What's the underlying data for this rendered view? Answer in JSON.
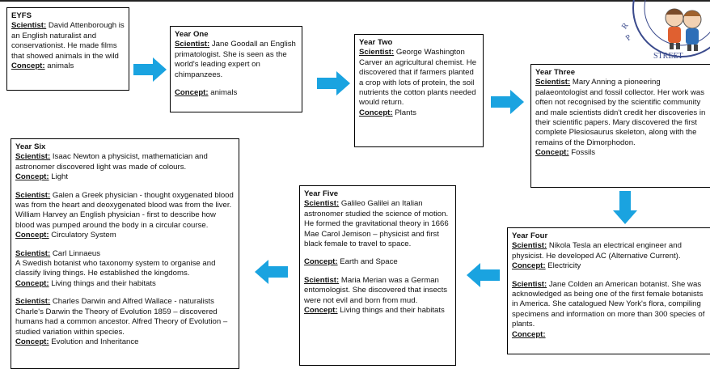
{
  "colors": {
    "arrow": "#1aa3e0",
    "logo_text": "#3a4a8c"
  },
  "logo": {
    "text": "PRIMARY · STREET"
  },
  "cards": {
    "eyfs": {
      "title": "EYFS",
      "blocks": [
        {
          "label": "Scientist:",
          "text": " David Attenborough is an English naturalist and conservationist. He made films that showed animals in the wild"
        },
        {
          "label": "Concept:",
          "text": " animals"
        }
      ]
    },
    "year1": {
      "title": "Year One",
      "blocks": [
        {
          "label": "Scientist:",
          "text": " Jane Goodall an English primatologist. She is seen as the world's leading expert on chimpanzees."
        },
        {
          "label": "Concept:",
          "text": " animals"
        }
      ]
    },
    "year2": {
      "title": "Year Two",
      "blocks": [
        {
          "label": "Scientist:",
          "text": " George Washington Carver an agricultural chemist. He discovered that if farmers planted a crop with lots of protein, the soil nutrients the cotton plants needed would return."
        },
        {
          "label": "Concept:",
          "text": " Plants"
        }
      ]
    },
    "year3": {
      "title": "Year Three",
      "blocks": [
        {
          "label": "Scientist:",
          "text": " Mary Anning a pioneering palaeontologist and fossil collector. Her work was often not recognised by the scientific community and male scientists didn't credit her discoveries in their scientific papers. Mary discovered the first complete Plesiosaurus skeleton, along with the remains of the Dimorphodon."
        },
        {
          "label": "Concept:",
          "text": " Fossils"
        }
      ]
    },
    "year4": {
      "title": "Year Four",
      "blocks": [
        {
          "label": "Scientist:",
          "text": " Nikola Tesla an electrical engineer and physicist. He developed AC (Alternative Current)."
        },
        {
          "label": "Concept:",
          "text": " Electricity"
        },
        {
          "label": "Scientist:",
          "text": " Jane Colden an American botanist. She was acknowledged as being one of the first female botanists in America. She catalogued New York's flora, compiling specimens and information on more than 300 species of plants."
        },
        {
          "label": "Concept:",
          "text": ""
        }
      ]
    },
    "year5": {
      "title": "Year Five",
      "blocks": [
        {
          "label": "Scientist:",
          "text": " Galileo Galilei an Italian astronomer studied the science of motion. He formed the gravitational theory in 1666"
        },
        {
          "label": "",
          "text": "Mae Carol Jemison – physicist and first black female to travel to space."
        },
        {
          "label": "Concept:",
          "text": " Earth and Space"
        },
        {
          "label": "Scientist:",
          "text": " Maria Merian was a German entomologist. She discovered that insects were not evil and born from mud."
        },
        {
          "label": "Concept:",
          "text": " Living things and their habitats"
        }
      ]
    },
    "year6": {
      "title": "Year Six",
      "blocks": [
        {
          "label": "Scientist:",
          "text": " Isaac Newton a physicist, mathematician and astronomer discovered light was made of colours."
        },
        {
          "label": "Concept:",
          "text": " Light"
        },
        {
          "label": "Scientist:",
          "text": " Galen a Greek physician - thought oxygenated blood was from the heart and deoxygenated blood was from the liver. William Harvey an English physician - first to describe how blood was pumped around the body in a circular course."
        },
        {
          "label": "Concept:",
          "text": " Circulatory System"
        },
        {
          "label": "Scientist:",
          "text": " Carl Linnaeus"
        },
        {
          "label": "",
          "text": "A Swedish botanist who taxonomy system to organise and classify living things. He established the kingdoms."
        },
        {
          "label": "Concept:",
          "text": " Living things and their habitats"
        },
        {
          "label": "Scientist:",
          "text": " Charles Darwin and Alfred Wallace - naturalists Charle's Darwin the Theory of Evolution 1859 – discovered humans had a common ancestor. Alfred Theory of Evolution – studied variation within species."
        },
        {
          "label": "Concept:",
          "text": " Evolution and Inheritance"
        }
      ]
    }
  }
}
